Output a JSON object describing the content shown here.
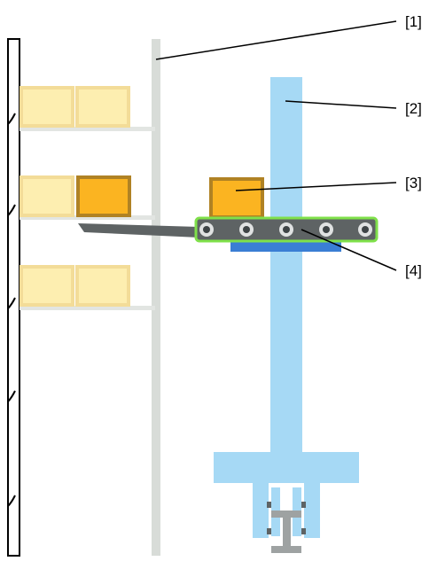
{
  "callouts": [
    {
      "label": "[1]"
    },
    {
      "label": "[2]"
    },
    {
      "label": "[3]"
    },
    {
      "label": "[4]"
    }
  ],
  "colors": {
    "wall_outline": "#000000",
    "shelf": "#d8dcd8",
    "box_light_fill": "#fdeeb0",
    "box_light_border": "#f3dc98",
    "box_active_fill": "#fbb421",
    "box_active_border": "#b08224",
    "lift_mast": "#a6d9f5",
    "lift_blue_plate": "#3a7ed4",
    "conveyor_body": "#5e6364",
    "conveyor_highlight": "#7fe04a",
    "roller_outer": "#e0e2e2",
    "roller_inner": "#3e4446",
    "base_gray": "#9ea2a2",
    "telescope_arm": "#5e6364"
  }
}
